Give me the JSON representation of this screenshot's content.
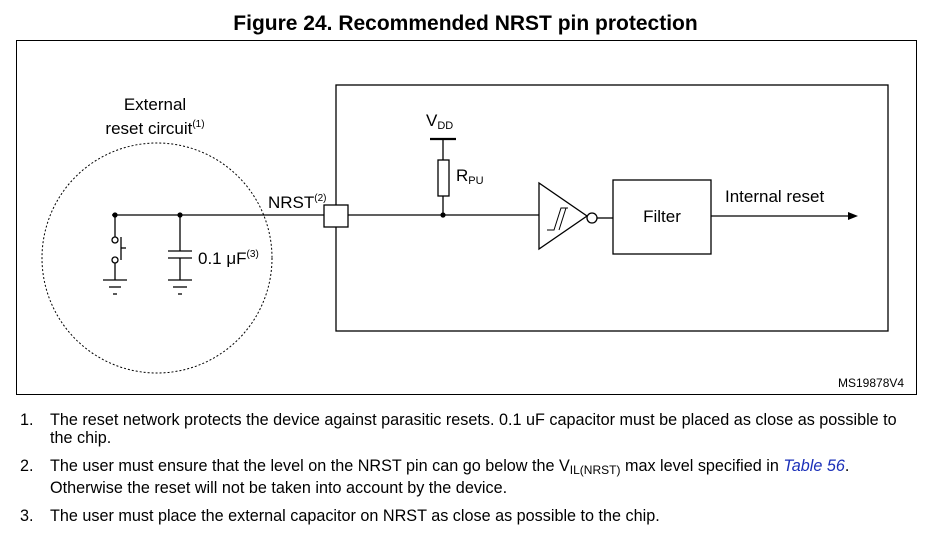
{
  "figure": {
    "title": "Figure 24. Recommended NRST pin protection",
    "code": "MS19878V4"
  },
  "labels": {
    "external_line1": "External",
    "external_line2": "reset circuit",
    "external_sup": "(1)",
    "capacitor_value": "0.1 μF",
    "capacitor_sup": "(3)",
    "nrst": "NRST",
    "nrst_sup": "(2)",
    "vdd_main": "V",
    "vdd_sub": "DD",
    "rpu_main": "R",
    "rpu_sub": "PU",
    "filter": "Filter",
    "internal_reset": "Internal reset"
  },
  "notes": [
    {
      "num": "1.",
      "text": "The reset network protects the device against parasitic resets. 0.1 uF capacitor must be placed as close as possible to the chip."
    },
    {
      "num": "2.",
      "pre": "The user must ensure that the level on the NRST pin can go below the V",
      "sub": "IL(NRST)",
      "mid": " max level specified in ",
      "link": "Table 56",
      "post": ". Otherwise the reset will not be taken into account by the device."
    },
    {
      "num": "3.",
      "text": "The user must place the external capacitor on NRST as close as possible to the chip."
    }
  ]
}
